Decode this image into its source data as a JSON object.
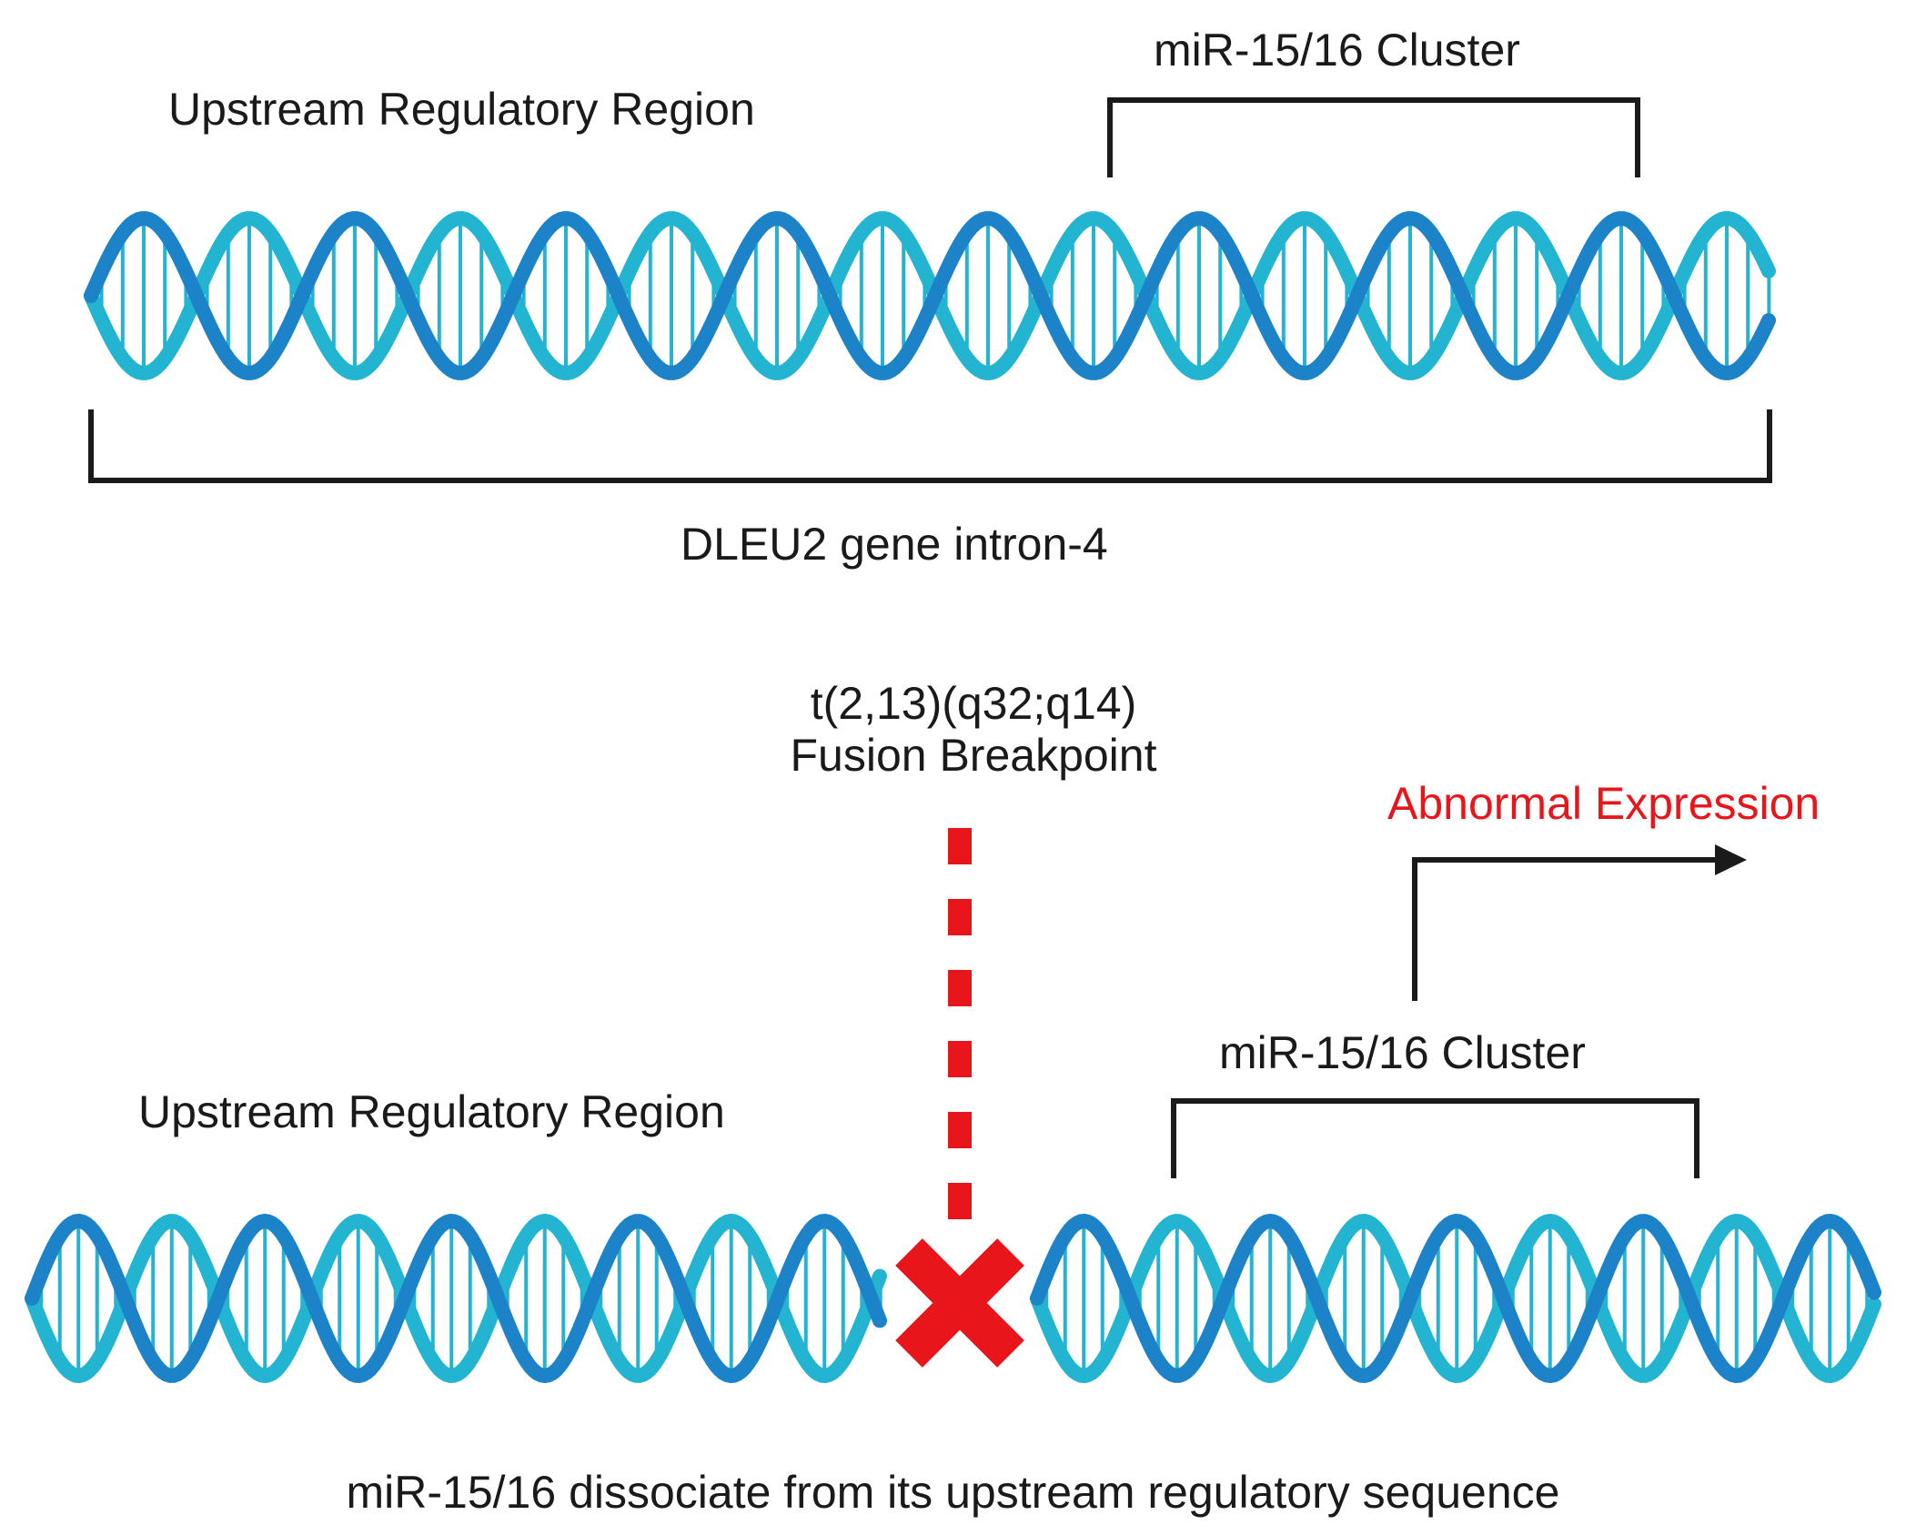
{
  "top_panel": {
    "upstream_label": "Upstream Regulatory Region",
    "cluster_label": "miR-15/16 Cluster",
    "gene_label": "DLEU2 gene intron-4"
  },
  "bottom_panel": {
    "translocation_label": "t(2,13)(q32;q14)",
    "breakpoint_label": "Fusion Breakpoint",
    "expression_label": "Abnormal Expression",
    "cluster_label": "miR-15/16 Cluster",
    "upstream_label": "Upstream Regulatory Region",
    "caption": "miR-15/16 dissociate from its upstream regulatory sequence"
  },
  "colors": {
    "strand_dark": "#1c83c9",
    "strand_light": "#23b4d2",
    "bracket": "#1a1a1a",
    "breakpoint": "#e8151b",
    "abnormal_text": "#e8151b"
  },
  "icons": {
    "breakpoint_marker": "x-mark-icon",
    "expression_arrow": "arrow-right-icon"
  }
}
